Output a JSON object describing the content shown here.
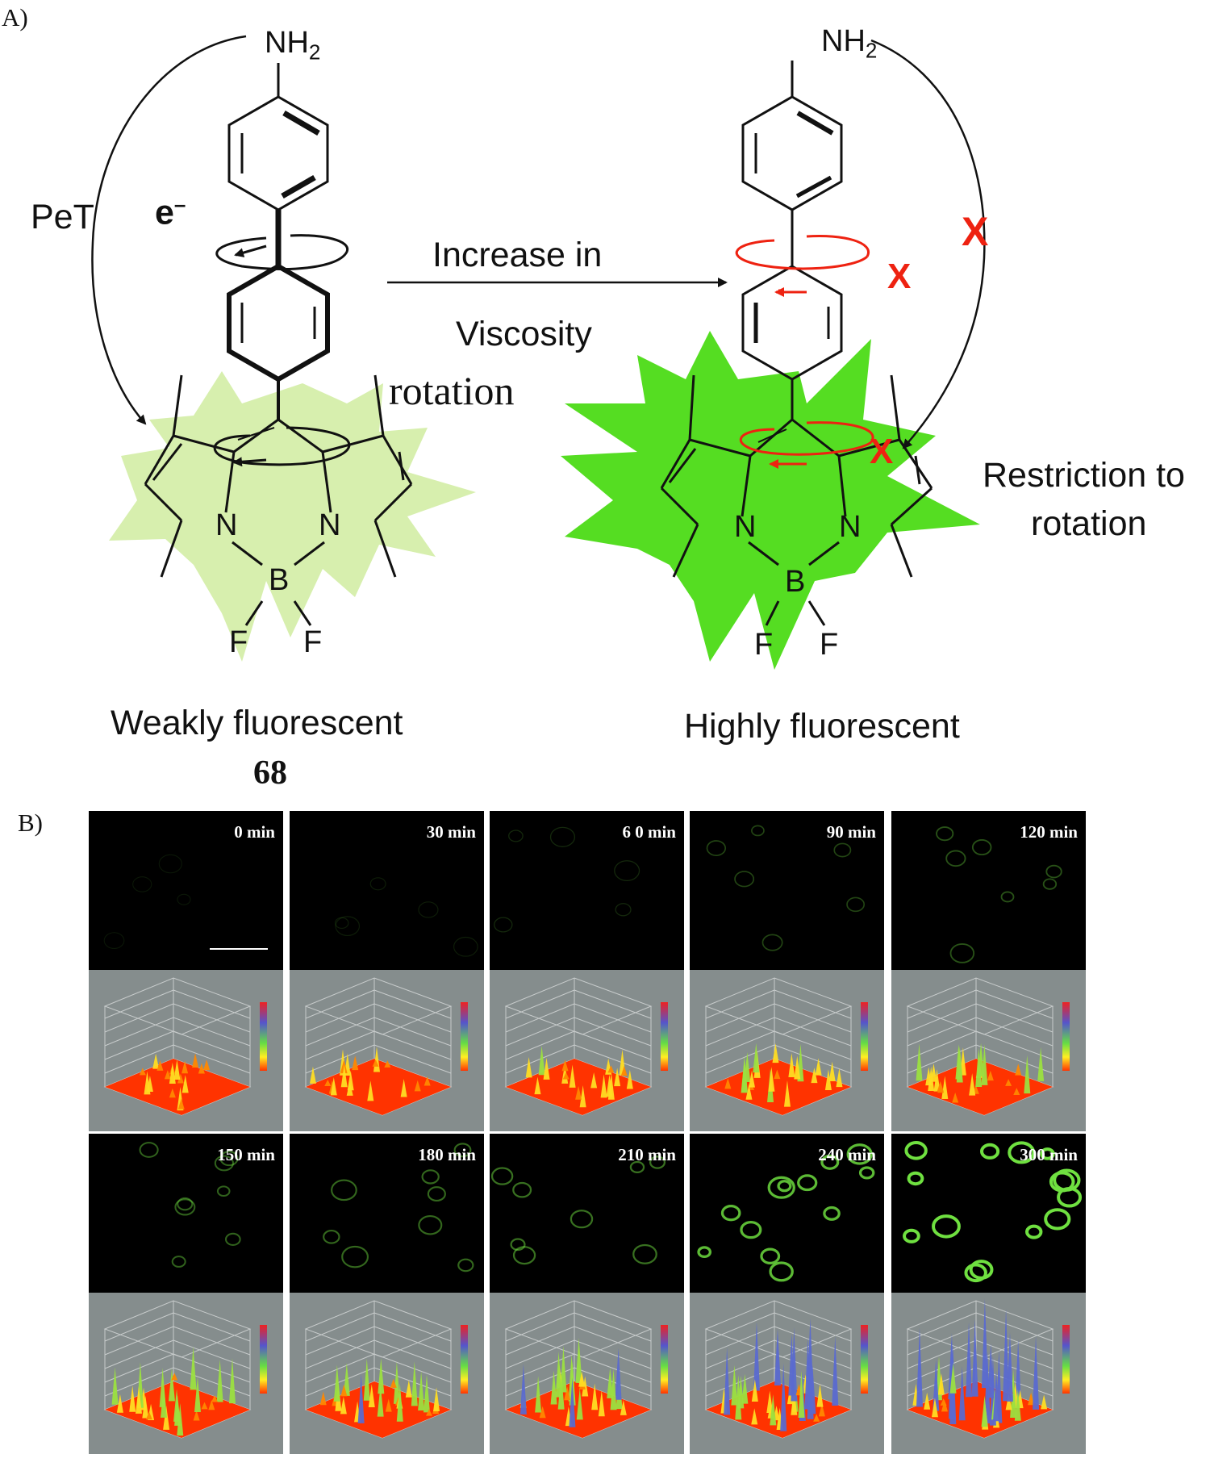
{
  "panel_a": {
    "label": "A)",
    "nh2_left": "NH",
    "nh2_left_sub": "2",
    "nh2_right": "NH",
    "nh2_right_sub": "2",
    "pet": "PeT",
    "electron": "e",
    "electron_charge": "–",
    "increase": "Increase in",
    "viscosity": "Viscosity",
    "rotation": "rotation",
    "restriction_line1": "Restriction to",
    "restriction_line2": "rotation",
    "weak": "Weakly fluorescent",
    "compound": "68",
    "high": "Highly fluorescent",
    "atoms": {
      "N": "N",
      "B": "B",
      "F": "F"
    },
    "blocked_mark": "X"
  },
  "panel_b": {
    "label": "B)",
    "rows": [
      {
        "times": [
          "0 min",
          "30 min",
          "6 0 min",
          "90 min",
          "120 min"
        ],
        "fluorescence": [
          0.02,
          0.05,
          0.1,
          0.22,
          0.28
        ]
      },
      {
        "times": [
          "150 min",
          "180 min",
          "210 min",
          "240 min",
          "300 min"
        ],
        "fluorescence": [
          0.35,
          0.38,
          0.42,
          0.75,
          1.0
        ]
      }
    ]
  },
  "colors": {
    "weak_glow": "#d5eeaa",
    "strong_glow": "#55dd22",
    "blocked": "#ee2211",
    "cell_green": "#6fe040",
    "plot_bg": "#858d8d",
    "surface_base": "#ff3300"
  }
}
